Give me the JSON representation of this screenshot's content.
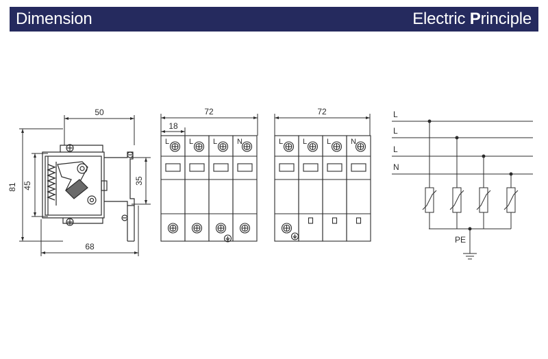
{
  "header": {
    "title_left": "Dimension",
    "title_right_prefix": "Electric ",
    "title_right_bold": "P",
    "title_right_suffix": "rinciple"
  },
  "colors": {
    "header_bg": "#252a5e",
    "header_text": "#ffffff",
    "line": "#2b2b2b"
  },
  "side_view": {
    "dim_width_top": "50",
    "dim_height_total": "81",
    "dim_height_inner": "45",
    "dim_height_rail": "35",
    "dim_depth_bottom": "68"
  },
  "front_view_4p": {
    "dim_total_width": "72",
    "dim_pole_width": "18",
    "pole_labels": [
      "L",
      "L",
      "L",
      "N"
    ]
  },
  "front_view_3p1": {
    "dim_total_width": "72",
    "pole_labels": [
      "L",
      "L",
      "L",
      "N"
    ]
  },
  "electric_principle": {
    "line_labels": [
      "L",
      "L",
      "L",
      "N"
    ],
    "ground_label": "PE"
  }
}
